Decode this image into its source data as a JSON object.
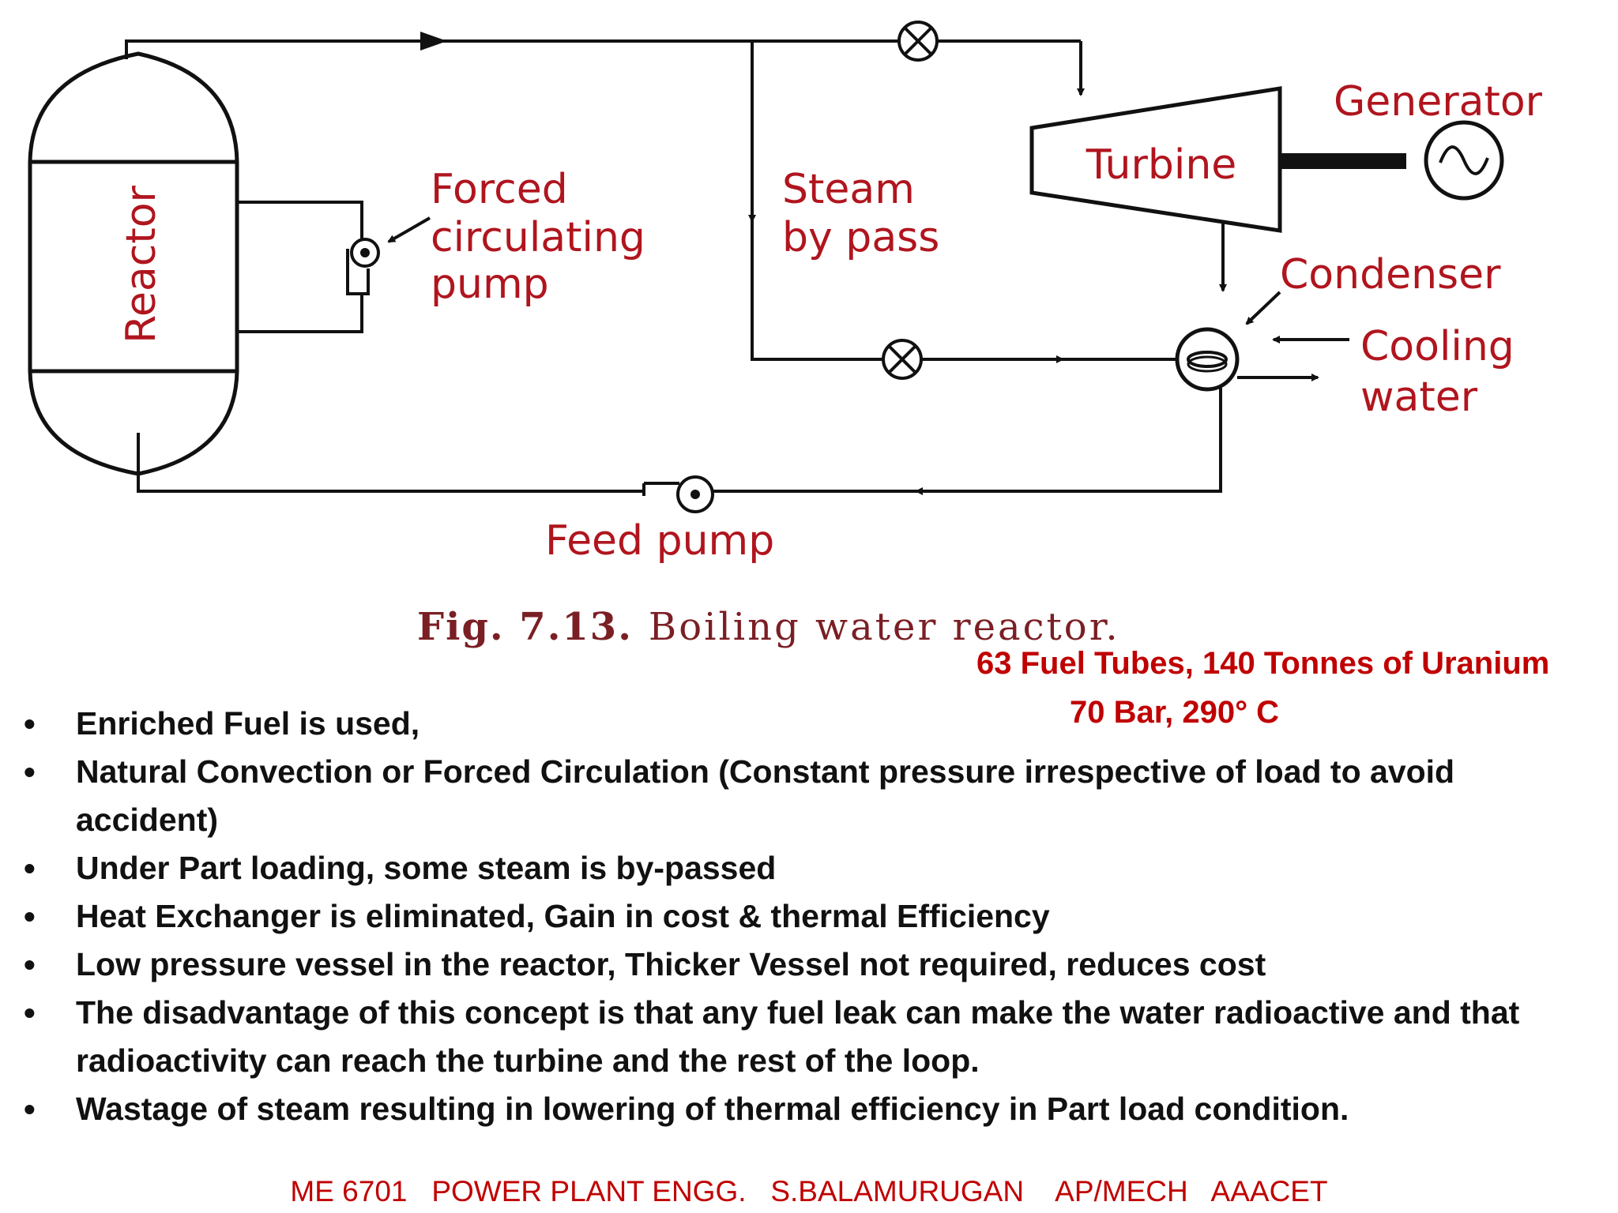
{
  "diagram": {
    "labels": {
      "reactor": "Reactor",
      "forced_pump_1": "Forced",
      "forced_pump_2": "circulating",
      "forced_pump_3": "pump",
      "steam_bypass_1": "Steam",
      "steam_bypass_2": "by pass",
      "turbine": "Turbine",
      "generator": "Generator",
      "condenser": "Condenser",
      "cooling_1": "Cooling",
      "cooling_2": "water",
      "feed_pump": "Feed pump"
    },
    "caption_bold": "Fig. 7.13.",
    "caption_rest": "Boiling water reactor."
  },
  "specs": {
    "line1": "63 Fuel Tubes, 140 Tonnes of Uranium",
    "line2": "70 Bar, 290° C"
  },
  "bullets": [
    "Enriched Fuel is used,",
    "Natural Convection or Forced Circulation (Constant pressure irrespective of load to avoid accident)",
    "Under Part loading, some steam is by-passed",
    "Heat Exchanger is eliminated, Gain in cost & thermal Efficiency",
    "Low pressure vessel in the reactor, Thicker Vessel not required,  reduces cost",
    "The disadvantage of this concept is that any fuel leak can make the water radioactive and that radioactivity can reach the turbine and the rest of the loop.",
    "Wastage of steam resulting in lowering of thermal efficiency in Part load condition."
  ],
  "footer": "ME 6701   POWER PLANT ENGG.   S.BALAMURUGAN    AP/MECH   AAACET",
  "colors": {
    "label_red": "#b0151e",
    "caption": "#7a1f24",
    "accent_red": "#c00000",
    "line": "#111111"
  }
}
